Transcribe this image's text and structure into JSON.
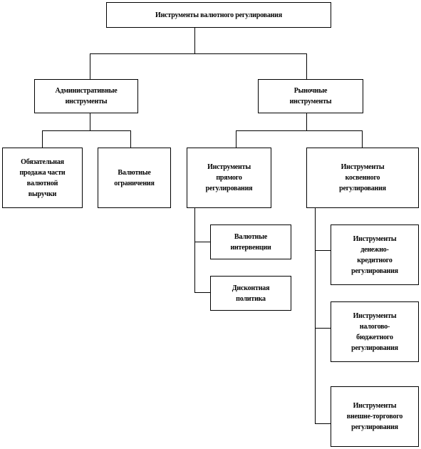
{
  "nodes": {
    "root": "Инструменты валютного регулирования",
    "administrative": "Административные\nинструменты",
    "market": "Рыночные\nинструменты",
    "mandatory_sale": "Обязательная\nпродажа части\nвалютной\nвыручки",
    "currency_restrictions": "Валютные\nограничения",
    "direct_regulation": "Инструменты\nпрямого\nрегулирования",
    "indirect_regulation": "Инструменты\nкосвенного\nрегулирования",
    "currency_interventions": "Валютные\nинтервенции",
    "discount_policy": "Дисконтная\nполитика",
    "monetary_credit": "Инструменты\nденежно-\nкредитного\nрегулирования",
    "tax_budget": "Инструменты\nналогово-\nбюджетного\nрегулирования",
    "foreign_trade": "Инструменты\nвнешне-торгового\nрегулирования"
  }
}
